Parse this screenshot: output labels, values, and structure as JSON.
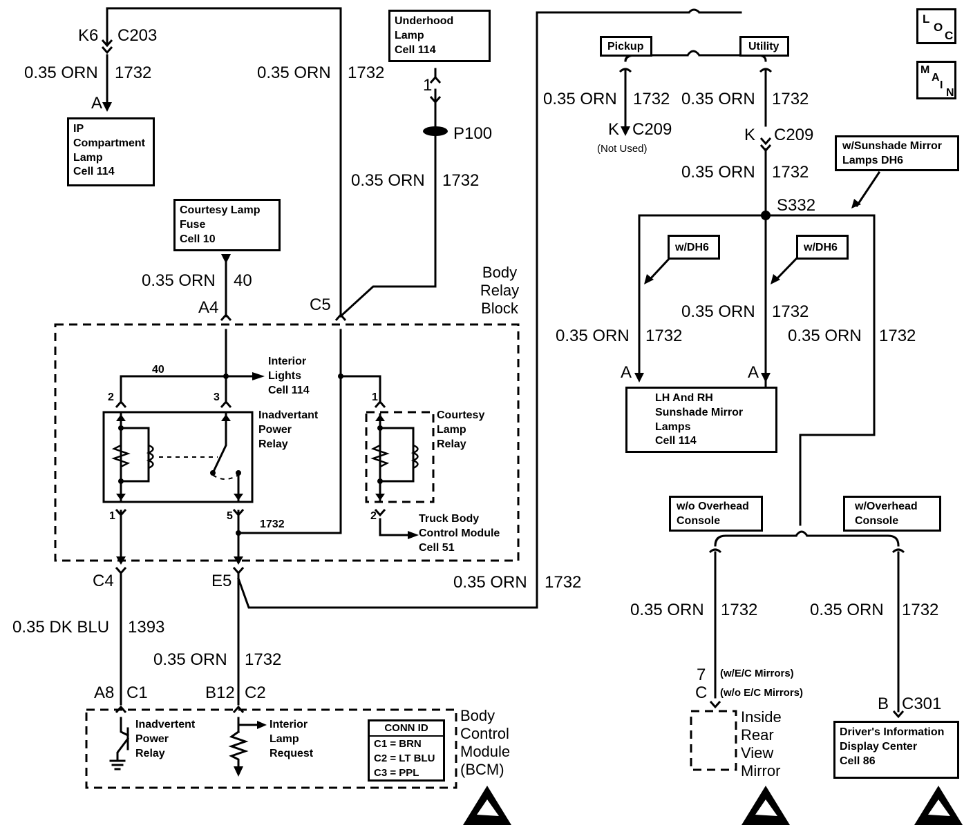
{
  "corner_icons": {
    "loc": [
      "L",
      "O",
      "C"
    ],
    "main": [
      "M",
      "A",
      "I",
      "N"
    ]
  },
  "wire_labels": {
    "orn_1732": [
      "0.35 ORN",
      "1732"
    ],
    "orn_40": [
      "0.35 ORN",
      "40"
    ],
    "dkblu_1393": [
      "0.35 DK BLU",
      "1393"
    ],
    "relay_wire_40": "40",
    "relay_wire_1732": "1732"
  },
  "connectors": {
    "k6": "K6",
    "c203": "C203",
    "a_ip": "A",
    "a4": "A4",
    "c5": "C5",
    "one_underhood": "1",
    "p100": "P100",
    "k_left": "K",
    "c209_left": "C209",
    "not_used": "(Not Used)",
    "k_right": "K",
    "c209_right": "C209",
    "s332": "S332",
    "a_lh": "A",
    "a_rh": "A",
    "c4": "C4",
    "e5": "E5",
    "a8": "A8",
    "c1": "C1",
    "b12": "B12",
    "c2": "C2",
    "seven": "7",
    "c_mirror": "C",
    "ec_with": "(w/E/C Mirrors)",
    "ec_without": "(w/o E/C Mirrors)",
    "b_dic": "B",
    "c301": "C301"
  },
  "pins": {
    "p2": "2",
    "p3": "3",
    "p1_courtesy": "1",
    "p1_inad": "1",
    "p5": "5",
    "p2_courtesy": "2"
  },
  "boxes": {
    "ip_compartment": [
      "IP",
      "Compartment",
      "Lamp",
      "Cell 114"
    ],
    "underhood": [
      "Underhood",
      "Lamp",
      "Cell 114"
    ],
    "courtesy_fuse": [
      "Courtesy Lamp",
      "Fuse",
      "Cell 10"
    ],
    "pickup": "Pickup",
    "utility": "Utility",
    "sunshade_option": [
      "w/Sunshade Mirror",
      "Lamps DH6"
    ],
    "w_dh6_left": "w/DH6",
    "w_dh6_right": "w/DH6",
    "sunshade_lamps": [
      "LH And RH",
      "Sunshade Mirror",
      "Lamps",
      "Cell 114"
    ],
    "wo_overhead": [
      "w/o Overhead",
      "Console"
    ],
    "w_overhead": [
      "w/Overhead",
      "Console"
    ],
    "dic": [
      "Driver's Information",
      "Display Center",
      "Cell 86"
    ]
  },
  "body_relay_block": {
    "title": [
      "Body",
      "Relay",
      "Block"
    ],
    "interior_lights": [
      "Interior",
      "Lights",
      "Cell 114"
    ],
    "inadvertant_relay": [
      "Inadvertant",
      "Power",
      "Relay"
    ],
    "courtesy_relay": [
      "Courtesy",
      "Lamp",
      "Relay"
    ],
    "truck_bcm": [
      "Truck Body",
      "Control Module",
      "Cell 51"
    ]
  },
  "bcm": {
    "title": [
      "Body",
      "Control",
      "Module",
      "(BCM)"
    ],
    "inadvertent_relay": [
      "Inadvertent",
      "Power",
      "Relay"
    ],
    "interior_lamp_request": [
      "Interior",
      "Lamp",
      "Request"
    ],
    "conn_id": {
      "header": "CONN ID",
      "rows": [
        "C1 = BRN",
        "C2 = LT BLU",
        "C3 = PPL"
      ]
    }
  },
  "inside_mirror": [
    "Inside",
    "Rear",
    "View",
    "Mirror"
  ]
}
